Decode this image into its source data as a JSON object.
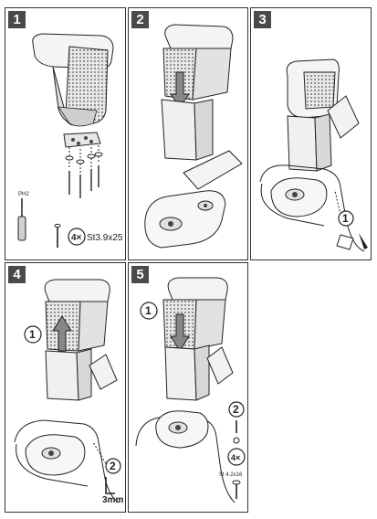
{
  "steps": [
    {
      "number": "1"
    },
    {
      "number": "2"
    },
    {
      "number": "3"
    },
    {
      "number": "4"
    },
    {
      "number": "5"
    }
  ],
  "step1": {
    "tool_tag": "PH2",
    "screw_count": "4×",
    "screw_spec": "St3.9x25"
  },
  "step3": {
    "callout": "1"
  },
  "step4": {
    "callout_top": "1",
    "callout_bottom": "2",
    "hex_size": "3mm"
  },
  "step5": {
    "callout_left": "1",
    "callout_right": "2",
    "screw_count": "4×",
    "screw_spec": "St 4.2x16"
  },
  "colors": {
    "badge": "#4a4a4a",
    "line": "#222222",
    "fill_light": "#f2f2f2",
    "fill_mid": "#d9d9d9",
    "fill_dark": "#8a8a8a"
  }
}
